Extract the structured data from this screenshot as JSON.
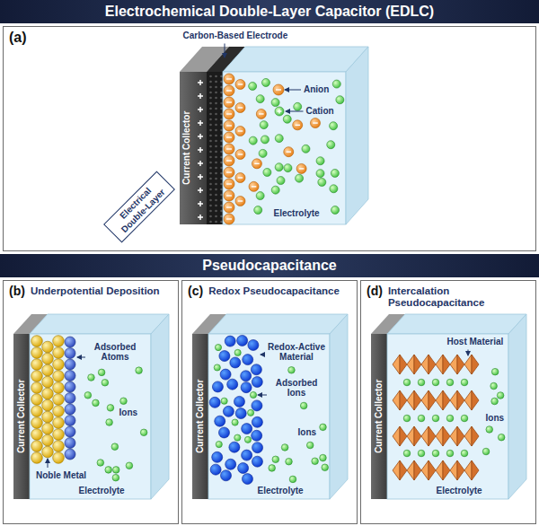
{
  "diagram": {
    "nodes": [
      {
        "text": [
          "Electrochemical Double-Layer Capacitor (EDLC)"
        ]
      },
      {
        "text": [
          "(a)"
        ]
      },
      {
        "text": [
          "Pseudocapacitance"
        ]
      },
      {
        "text": [
          "(b)",
          "Underpotential Deposition"
        ]
      },
      {
        "text": [
          "(c)",
          "Redox Pseudocapacitance"
        ]
      },
      {
        "text": [
          "(d)",
          "Intercalation Pseudocapacitance"
        ]
      },
      {
        "text": [
          "Electrical Double-Layer"
        ],
        "in": 1
      }
    ],
    "labels": [
      "Carbon-Based Electrode",
      "Anion",
      "Cation",
      "Current Collector",
      "Electrolyte",
      "Adsorbed Atoms",
      "Ions",
      "Current Collector",
      "Noble Metal",
      "Electrolyte",
      "Redox-Active Material",
      "Adsorbed Ions",
      "Ions",
      "Current Collector",
      "Electrolyte",
      "Host Material",
      "Ions",
      "Current Collector",
      "Electrolyte"
    ]
  }
}
